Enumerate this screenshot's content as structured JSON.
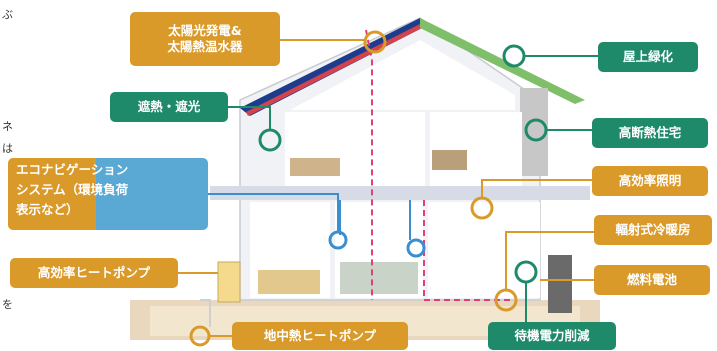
{
  "labels": {
    "solar_line1": "太陽光発電&",
    "solar_line2": "太陽熱温水器",
    "roof_greening": "屋上緑化",
    "heat_shade": "遮熱・遮光",
    "high_insulation": "高断熱住宅",
    "efficient_lighting": "高効率照明",
    "eco_nav_line1": "エコナビゲーション",
    "eco_nav_line2": "システム（環境負荷",
    "eco_nav_line3": "表示など）",
    "radiant_hvac": "輻射式冷暖房",
    "heat_pump": "高効率ヒートポンプ",
    "fuel_cell": "燃料電池",
    "ground_heat_pump": "地中熱ヒートポンプ",
    "standby_power": "待機電力削減"
  },
  "stray": {
    "left_top": "ぶ",
    "left_2": "ネ",
    "left_3": "は",
    "left_bottom": "を"
  },
  "colors": {
    "orange_label": "#d99a2a",
    "green_label": "#1f8a6a",
    "nav_blue": "#5aa8d4",
    "flow_red": "#e0407a",
    "flow_blue": "#3a8fd0",
    "roof_solar": "#1e3c8c",
    "roof_green": "#7fbf6a",
    "wall_gray": "#e8e8ea",
    "ground": "#e9d8bd"
  }
}
